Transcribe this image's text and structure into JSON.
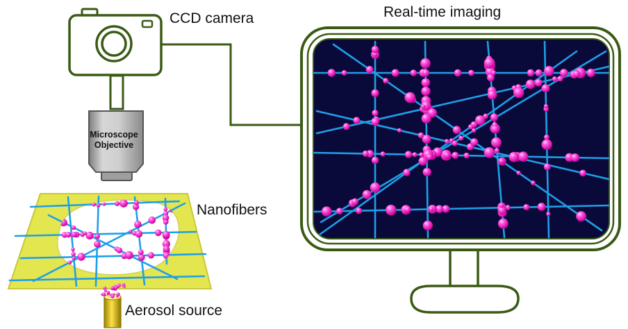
{
  "labels": {
    "ccd_camera": "CCD camera",
    "real_time_imaging": "Real-time imaging",
    "microscope_objective_line1": "Microscope",
    "microscope_objective_line2": "Objective",
    "nanofibers": "Nanofibers",
    "aerosol_source": "Aerosol source"
  },
  "colors": {
    "outline": "#3a5a14",
    "screen_bg": "#0a0a3a",
    "fiber": "#1e9fe8",
    "particle": "#ff2ad4",
    "substrate": "#e4e64f",
    "objective_body": "#b9b9b9",
    "nozzle": "#e6c800"
  }
}
